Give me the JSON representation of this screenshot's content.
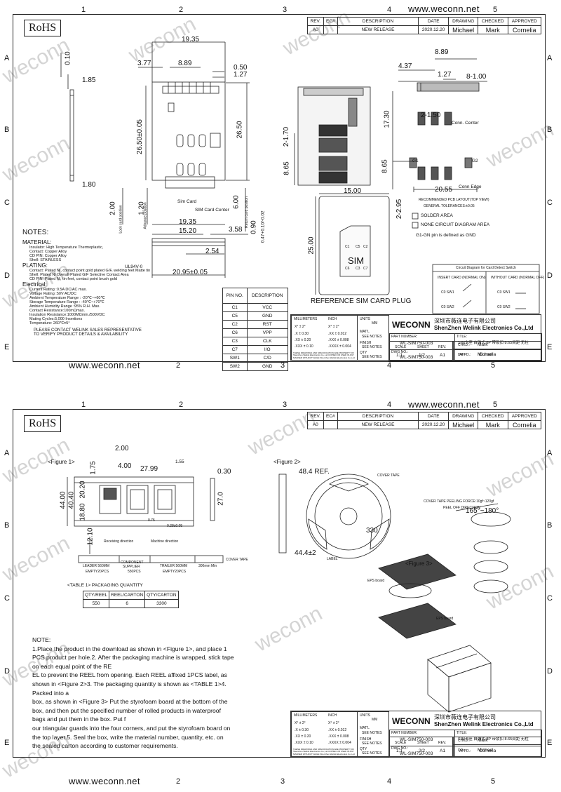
{
  "site_url": "www.weconn.net",
  "watermark": "weconn",
  "rohs": "RoHS",
  "zones": {
    "numbers": [
      "1",
      "2",
      "3",
      "4",
      "5"
    ],
    "letters": [
      "A",
      "B",
      "C",
      "D",
      "E"
    ]
  },
  "revision": {
    "headers": [
      "REV.",
      "EC#",
      "DESCRIPTION",
      "DATE",
      "DRAWING",
      "CHECKED",
      "APPROVED"
    ],
    "row": [
      "A0",
      "",
      "NEW RELEASE",
      "2020.12.20",
      "Michael",
      "Mark",
      "Cornelia"
    ]
  },
  "sheet1": {
    "dims_top": [
      "19.35",
      "3.77",
      "8.89",
      "0.50",
      "1.27",
      "0.10",
      "1.85",
      "26.50±0.05",
      "26.50",
      "1.80",
      "2.00",
      "1.20",
      "6.00",
      "0.90",
      "0.47+0.10/-0.02",
      "19.35",
      "15.20",
      "3.58",
      "2.54",
      "20.95±0.05"
    ],
    "dims_mid": [
      "2-1.70",
      "8.65"
    ],
    "dims_right": [
      "8.89",
      "4.37",
      "1.27",
      "8-1.00",
      "17.30",
      "2-1.50",
      "8.65",
      "20.55",
      "2-2.95"
    ],
    "labels": {
      "sim_card": "Sim Card",
      "sim_card_center": "SIM Card Center",
      "lock_card_position": "Lock card position",
      "advance_position": "Advance position",
      "return_card_position": "Return card position",
      "ul_mark": "UL94V-0",
      "conn_center": "Conn. Center",
      "conn_edge": "Conn Edge",
      "g1": "G1",
      "g2": "G2",
      "pcb_layout": "RECOMMENDED PCB LAYOUT(TOP VIEW)",
      "general_tol": "GENERAL TOLERANCES:±0.05",
      "solder_area": "SOLDER AREA",
      "none_circuit": "NONE CIRCUIT DIAGRAM AREA",
      "g1_gn": "G1-GN pin is defined as GND",
      "card_w": "15.00",
      "card_h": "25.00",
      "sim": "SIM",
      "ref_plug": "REFERENCE SIM CARD PLUG",
      "circuit_title": "Circuit Diagram for Card Detect Switch",
      "insert_card": "INSERT CARD (NORMAL ON)",
      "without_card": "WITHOUT CARD (NORMAL OFF)",
      "sw1": "C0 SW1",
      "sw2": "C0 SW2"
    },
    "notes_title": "NOTES:",
    "notes": [
      "MATERIAL:",
      "Insulator: High Temperature Thermoplastic,",
      "Contact: Copper Alloy",
      "CD PIN: Copper Alloy",
      "Shell: STAINLESS",
      "PLATING:",
      "Contact: Plated Ni, contact point gold plated G/F, welding feet Matte tin",
      "Shell: Plated Ni Overall Plated G/F Selective Contact Area",
      "CD PIN: Plated Ni, tin feet, contact point brush gold",
      "Electrical:",
      "Current Rating :0.5A DC/AC max.",
      "Voltage Rating :50V AC/DC",
      "Ambient Temperature Range : -20℃~+60℃",
      "Storage Temperature Range : -40℃~+70℃",
      "Ambient Humidity Range :95% R.H. Max.",
      "Contact Resistance:100mΩmax.",
      "Insulation Resistance:1000MΩmin./500VDC",
      "Mating Cycles:5,000 Insertions",
      "Temperature: 260℃±5°",
      "PLEASE CONTACT WELINK SALES REPRESENTATIVE",
      "TO VERIFY PRODUCT DETAILS & AVAILABILITY"
    ],
    "pin_table": {
      "headers": [
        "PIN NO.",
        "DESCRIPTION"
      ],
      "rows": [
        [
          "C1",
          "VCC"
        ],
        [
          "C5",
          "GND"
        ],
        [
          "C2",
          "RST"
        ],
        [
          "C6",
          "VPP"
        ],
        [
          "C3",
          "CLK"
        ],
        [
          "C7",
          "I/O"
        ],
        [
          "SW1",
          "C/D"
        ],
        [
          "SW2",
          "GND"
        ]
      ]
    },
    "sim_pads": [
      "C1",
      "C5",
      "C2",
      "C6",
      "C3",
      "C7"
    ]
  },
  "title_block": {
    "millimeters": "MILLIMETERS",
    "inch": "INCH",
    "units": "UNITS",
    "mm": "MM",
    "tol_rows": [
      [
        "X° ± 2°",
        "X° ± 2°"
      ],
      [
        ".X ± 0.30",
        ".XX ± 0.012"
      ],
      [
        ".XX ± 0.20",
        ".XXX ± 0.008"
      ],
      [
        ".XXX ± 0.10",
        ".XXXX ± 0.004"
      ]
    ],
    "matl": "MAT'L",
    "finish": "FINISH",
    "qty": "QTY",
    "see_notes": "SEE NOTES",
    "confidential": "THESE DRAWINGS AND SPECIFICATION ARE PROPERTY OF Shenzhen Welink Electronics Co.,Ltd COPIED OR USED IN ANY MANNER WITHOUT Welink Shenzhen Welink Electronics Co.,Ltd",
    "brand": "WECONN",
    "company_cn": "深圳市薇连电子有限公司",
    "company_en": "ShenZhen Welink Electronics Co.,Ltd",
    "part_number_label": "PART NUMBER:",
    "part_number": "WL-SIM750-003",
    "title_label": "TITLE:",
    "title": "SIM卡座 自弹式 8P 带锁扣 8.65间距 无柱",
    "dwg_label": "DWG NO.:",
    "dwg": "WL-SIM750-003",
    "appd_label": "APPD.:",
    "appd": "Cornelia",
    "chkd_label": "CHKD.:",
    "chkd": "Mark",
    "dr_label": "DR.:",
    "dr": "Michael",
    "scale_label": "SCALE",
    "sheet_label": "SHEET",
    "rev_label": "REV.",
    "scale": "1:1",
    "sheet1": "1/2",
    "sheet2": "2/2",
    "rev": "A1"
  },
  "sheet2": {
    "fig1": "<Figure 1>",
    "fig2": "<Figure 2>",
    "fig3": "<Figure 3>",
    "dims": [
      "2.00",
      "1.75",
      "4.00",
      "27.99",
      "1.55",
      "0.30",
      "44.00",
      "40.40",
      "20.20",
      "18.80",
      "27.0",
      "12.10",
      "0.75",
      "0.28±0.05"
    ],
    "reel_dims": [
      "48.4 REF.",
      "330",
      "44.4±2"
    ],
    "receiving": "Receiving direction",
    "machine": "Machine direction",
    "leader": "LEADER 560MM",
    "component": "COMPONENT",
    "supplier": "SUPPLIER",
    "trailer": "TRAILER 560MM",
    "min300": "300mm Min",
    "empty20": "EMPTY20PCS",
    "pcs550": "550PCS",
    "cover_tape": "COVER TAPE",
    "peel_force": "COVER TAPE PEELING FORCE:10gf~120gf",
    "peel_off": "PEEL OFF DIRECTION",
    "angle": "165°~180°",
    "label": "LABEL",
    "eps_board": "EPS board",
    "table1_title": "<TABLE 1> PACKAGING QUANTITY",
    "table1_headers": [
      "QTY/REEL",
      "REEL/CARTON",
      "QTY/CARTON"
    ],
    "table1_row": [
      "550",
      "6",
      "3300"
    ],
    "note_title": "NOTE:",
    "note_lines": [
      "1.Place the product in the download as shown in <Figure 1>, and place 1",
      "PCS product per hole.2. After the packaging machine is wrapped, stick tape",
      "on each equal point of the RE",
      "EL to prevent the REEL from opening.   Each REEL affixed 1PCS label, as",
      "shown in <Figure 2>3. The packaging quantity is shown as <TABLE 1>4.",
      "Packed into a",
      "box, as shown in <Figure 3>   Put the styrofoam board at the bottom of the",
      "box, and then put the specified number of rolled products in waterproof",
      "bags and put them in the box.   Put f",
      "our triangular guards into the four corners, and put the styrofoam board on",
      "the top layer.5. Seal the box, write the material number, quantity, etc. on",
      "the sealed carton according to customer requirements."
    ]
  }
}
